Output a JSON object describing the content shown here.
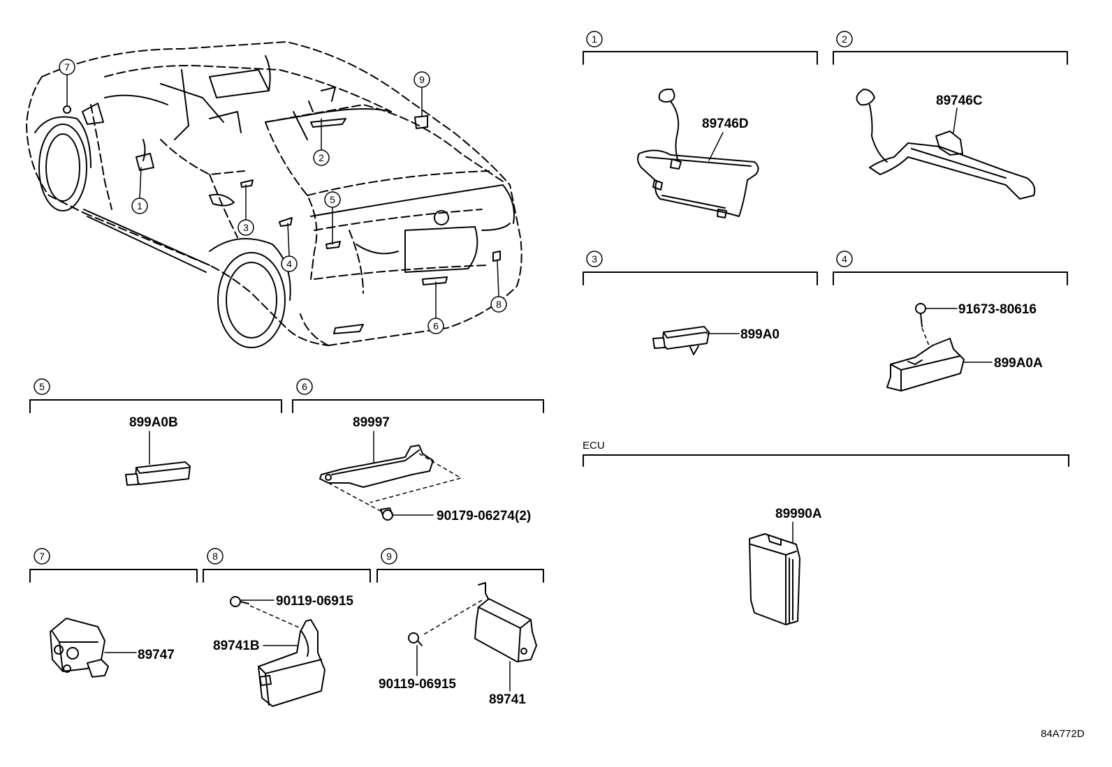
{
  "parts": {
    "p1": "89746D",
    "p2": "89746C",
    "p3": "899A0",
    "p4a": "91673-80616",
    "p4b": "899A0A",
    "p5": "899A0B",
    "p6a": "89997",
    "p6b": "90179-06274(2)",
    "p7": "89747",
    "p8a": "90119-06915",
    "p8b": "89741B",
    "p9a": "90119-06915",
    "p9b": "89741",
    "ecu": "89990A"
  },
  "callouts": [
    "1",
    "2",
    "3",
    "4",
    "5",
    "6",
    "7",
    "8",
    "9"
  ],
  "ecu_label": "ECU",
  "diagram_code": "84A772D"
}
